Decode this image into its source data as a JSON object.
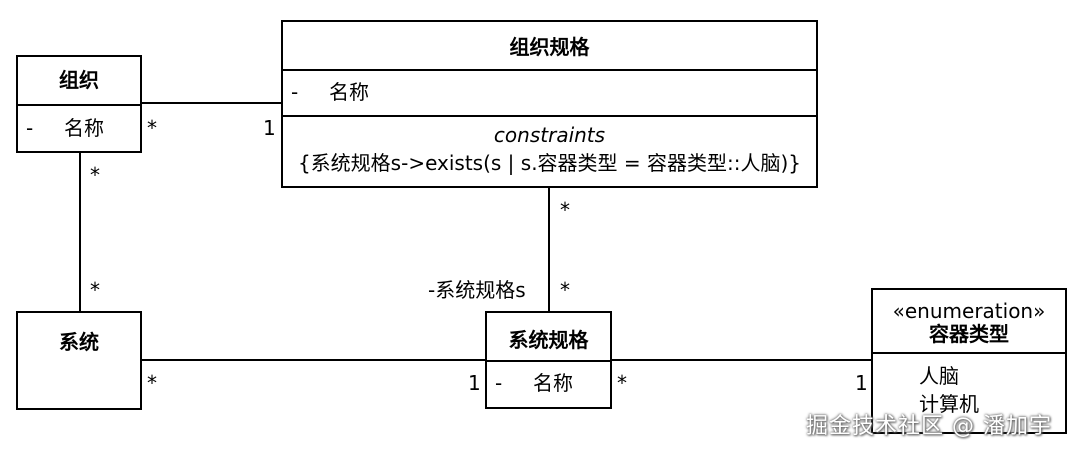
{
  "classes": {
    "org": {
      "name": "组织",
      "attr_vis": "-",
      "attr_name": "名称"
    },
    "org_spec": {
      "name": "组织规格",
      "attr_vis": "-",
      "attr_name": "名称",
      "constraint_title": "constraints",
      "constraint_text": "{系统规格s->exists(s | s.容器类型 = 容器类型::人脑)}"
    },
    "system": {
      "name": "系统"
    },
    "sys_spec": {
      "name": "系统规格",
      "attr_vis": "-",
      "attr_name": "名称"
    },
    "container_type": {
      "stereotype": "«enumeration»",
      "name": "容器类型",
      "literals": [
        "人脑",
        "计算机"
      ]
    }
  },
  "associations": {
    "org_orgspec": {
      "org_end": "*",
      "spec_end": "1"
    },
    "org_system": {
      "org_end": "*",
      "system_end": "*"
    },
    "orgspec_sysspec": {
      "orgspec_end": "*",
      "sysspec_end": "*",
      "role": "-系统规格s"
    },
    "system_sysspec": {
      "system_end": "*",
      "sysspec_end": "1"
    },
    "sysspec_container": {
      "sysspec_end": "*",
      "container_end": "1"
    }
  },
  "watermark": "掘金技术社区 @ 潘加宇"
}
